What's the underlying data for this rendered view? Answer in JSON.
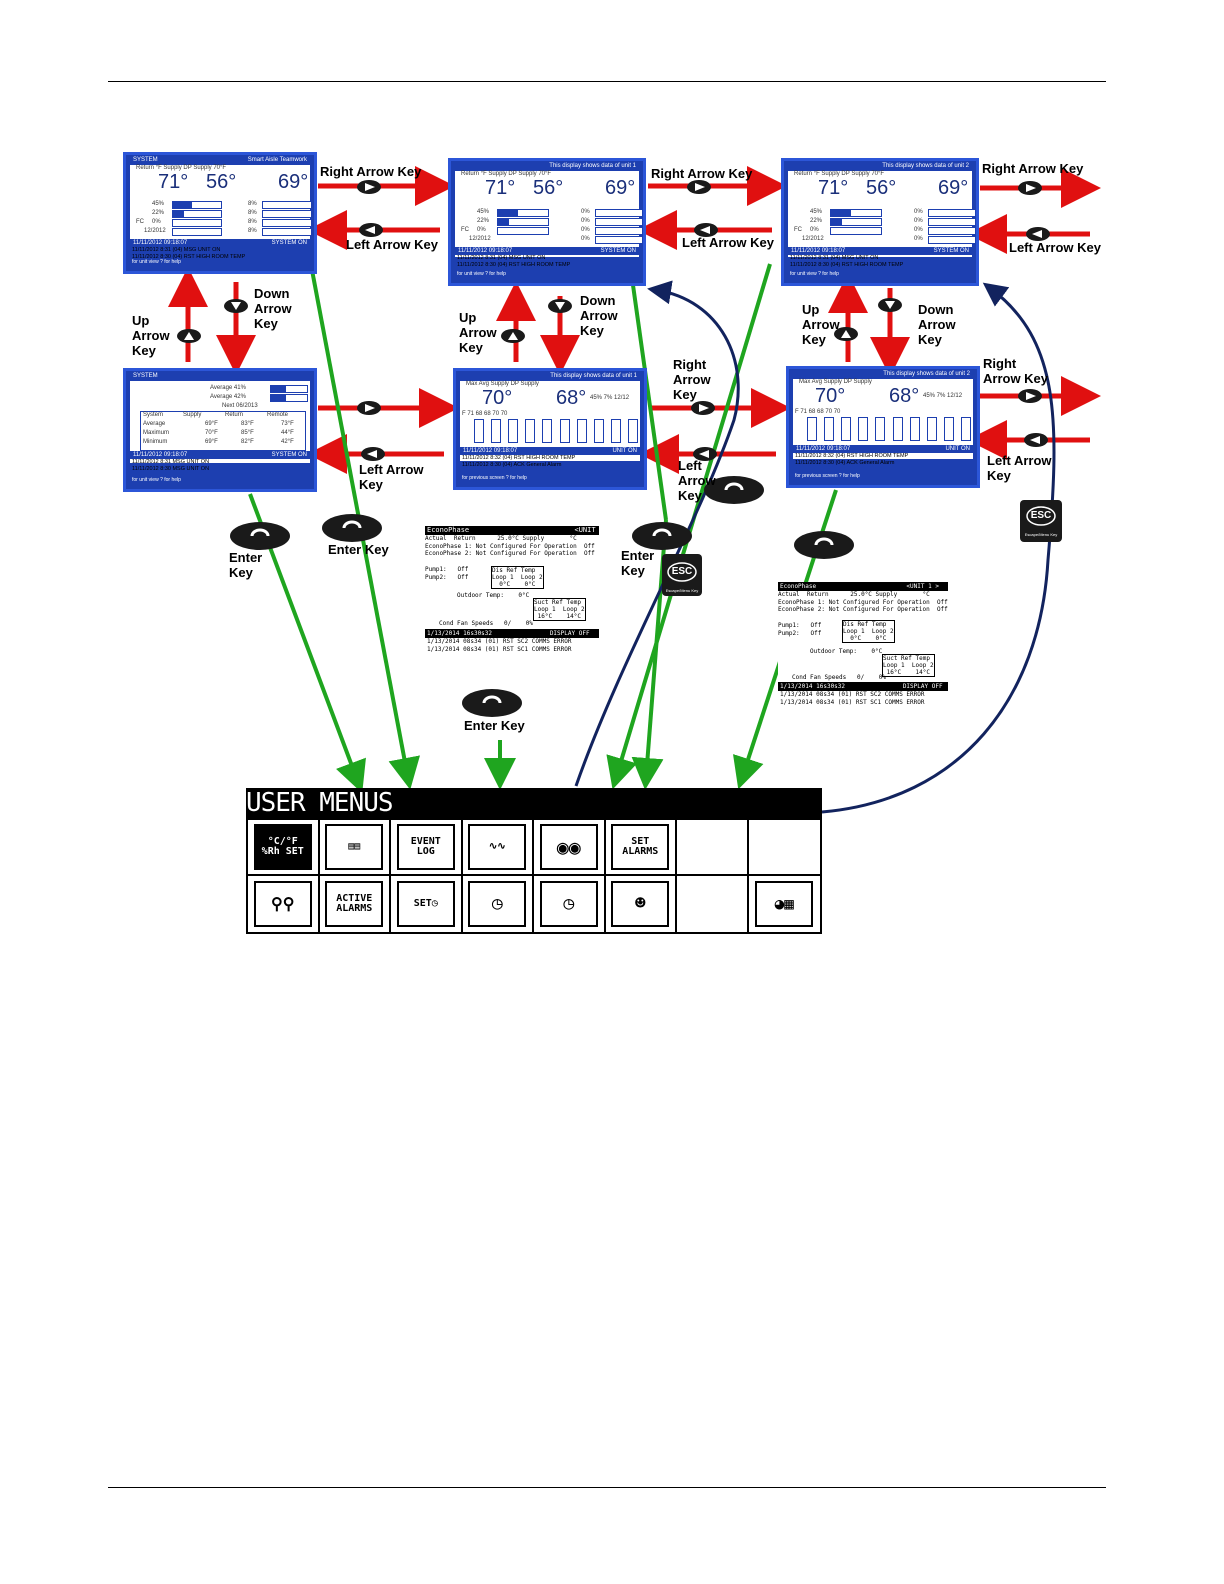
{
  "screens": {
    "s1": {
      "title_left": "SYSTEM",
      "title_right": "Smart Aisle Teamwork",
      "hdr": "Return      °F Supply DP         Supply    70°F",
      "v1": "71°",
      "v2": "56°",
      "v3": "69°",
      "rows": [
        "45%",
        "22%",
        "0%",
        "12/2012"
      ],
      "rows2": [
        "8%",
        "8%",
        "8%",
        "8%"
      ],
      "fc": "FC",
      "status": "11/11/2012 09:18:07",
      "status_r": "SYSTEM ON",
      "ev1": "11/11/2012 8:31 (04) MSG UNIT ON",
      "ev2": "11/11/2012 8:30 (04) RST HIGH ROOM TEMP",
      "foot": "for unit view    ? for help"
    },
    "s2": {
      "title_right": "This display shows data of unit 1",
      "hdr": "Return      °F Supply DP         Supply    70°F",
      "v1": "71°",
      "v2": "56°",
      "v3": "69°",
      "rows": [
        "45%",
        "22%",
        "0%",
        "12/2012"
      ],
      "rows2": [
        "0%",
        "0%",
        "0%",
        "0%"
      ],
      "fc": "FC",
      "status": "11/11/2012 09:18:07",
      "status_r": "SYSTEM ON",
      "ev1": "11/11/2012 8:31 (04) MSG UNIT ON",
      "ev2": "11/11/2012 8:30 (04) RST HIGH ROOM TEMP",
      "foot": "for unit view    ? for help"
    },
    "s3": {
      "title_right": "This display shows data of unit 2",
      "hdr": "Return      °F Supply DP         Supply    70°F",
      "v1": "71°",
      "v2": "56°",
      "v3": "69°",
      "rows": [
        "45%",
        "22%",
        "0%",
        "12/2012"
      ],
      "rows2": [
        "0%",
        "0%",
        "0%",
        "0%"
      ],
      "fc": "FC",
      "status": "11/11/2012 09:18:07",
      "status_r": "SYSTEM ON",
      "ev1": "11/11/2012 8:31 (04) MSG UNIT ON",
      "ev2": "11/11/2012 8:30 (04) RST HIGH ROOM TEMP",
      "foot": "for unit view    ? for help"
    },
    "s4": {
      "title_left": "SYSTEM",
      "avg1": "Average  41%",
      "avg2": "Average  42%",
      "next": "Next  06/2013",
      "cols": [
        "System",
        "Supply",
        "Return",
        "Remote"
      ],
      "rowsA": [
        "Average",
        "69°F",
        "83°F",
        "73°F"
      ],
      "rowsB": [
        "Maximum",
        "70°F",
        "85°F",
        "44°F"
      ],
      "rowsC": [
        "Minimum",
        "69°F",
        "82°F",
        "42°F"
      ],
      "status": "11/11/2012 09:18:07",
      "status_r": "SYSTEM ON",
      "ev1": "11/11/2012 8:31 MSG UNIT ON",
      "ev2": "11/11/2012 8:30 MSG UNIT ON",
      "foot": "for unit view    ? for help"
    },
    "s5": {
      "title_right": "This display shows data of unit 1",
      "hdr": "Max  Avg  Supply DP       Supply",
      "v": "70°",
      "v2": "68°",
      "side": "45%  7%  12/12",
      "axis": "F    71     68     68     70     70",
      "status": "11/11/2012 09:18:07",
      "status_r": "UNIT ON",
      "ev1": "11/11/2012 8:32 (04) RST HIGH ROOM TEMP",
      "ev2": "11/11/2012 8:30 (04) ACK General Alarm",
      "foot": "for previous screen      ? for help"
    },
    "s6": {
      "title_right": "This display shows data of unit 2",
      "hdr": "Max  Avg  Supply DP       Supply",
      "v": "70°",
      "v2": "68°",
      "side": "45%  7%  12/12",
      "axis": "F    71     68     68     70     70",
      "status": "11/11/2012 09:18:07",
      "status_r": "UNIT ON",
      "ev1": "11/11/2012 8:32 (04) RST HIGH ROOM TEMP",
      "ev2": "11/11/2012 8:30 (04) ACK General Alarm",
      "foot": "for previous screen      ? for help"
    }
  },
  "labels": {
    "r1": "Right Arrow Key",
    "r2": "Right Arrow Key",
    "r3": "Right Arrow Key",
    "l1": "Left Arrow Key",
    "l2": "Left Arrow Key",
    "l3": "Left Arrow Key",
    "d1": "Down\nArrow\nKey",
    "d2": "Down\nArrow\nKey",
    "d3": "Down\nArrow\nKey",
    "u1": "Up\nArrow\nKey",
    "u2": "Up\nArrow\nKey",
    "u3": "Up\nArrow\nKey",
    "r4": "Right\nArrow\nKey",
    "r5": "Right\nArrow Key",
    "l4": "Left Arrow\nKey",
    "l5": "Left\nArrow\nKey",
    "l6": "Left Arrow\nKey",
    "e1": "Enter\nKey",
    "e2": "Enter Key",
    "e3": "Enter\nKey",
    "e4": "Enter Key",
    "esc": "ESC",
    "esc_sub": "Escape/Menu Key"
  },
  "econo": {
    "l1": "EconoPhase                         <UNIT 1 >",
    "l2": "Actual  Return      25.0°C Supply       °C",
    "l3": "EconoPhase 1: Not Configured For Operation  Off",
    "l4": "EconoPhase 2: Not Configured For Operation  Off",
    "p1": "Pump1:   Off",
    "p2": "Pump2:   Off",
    "dis": "Dis Ref Temp\nLoop 1  Loop 2\n  0°C    0°C",
    "out": "Outdoor Temp:    0°C",
    "suct": "Suct Ref Temp\nLoop 1  Loop 2\n 16°C    14°C",
    "fan": "Cond Fan Speeds   0/    0%",
    "stat": "1/13/2014 16s30s32                DISPLAY OFF",
    "e1": "1/13/2014 08s34 (01) RST SC2 COMMS ERROR",
    "e2": "1/13/2014 08s34 (01) RST SC1 COMMS ERROR"
  },
  "user_menu": {
    "title": "USER MENUS",
    "icons": [
      "°C/°F %Rh SET",
      "",
      "EVENT LOG",
      "",
      "",
      "SET ALARMS",
      "",
      "",
      "",
      "ACTIVE ALARMS",
      "SET",
      "",
      "",
      "",
      "",
      ""
    ]
  }
}
